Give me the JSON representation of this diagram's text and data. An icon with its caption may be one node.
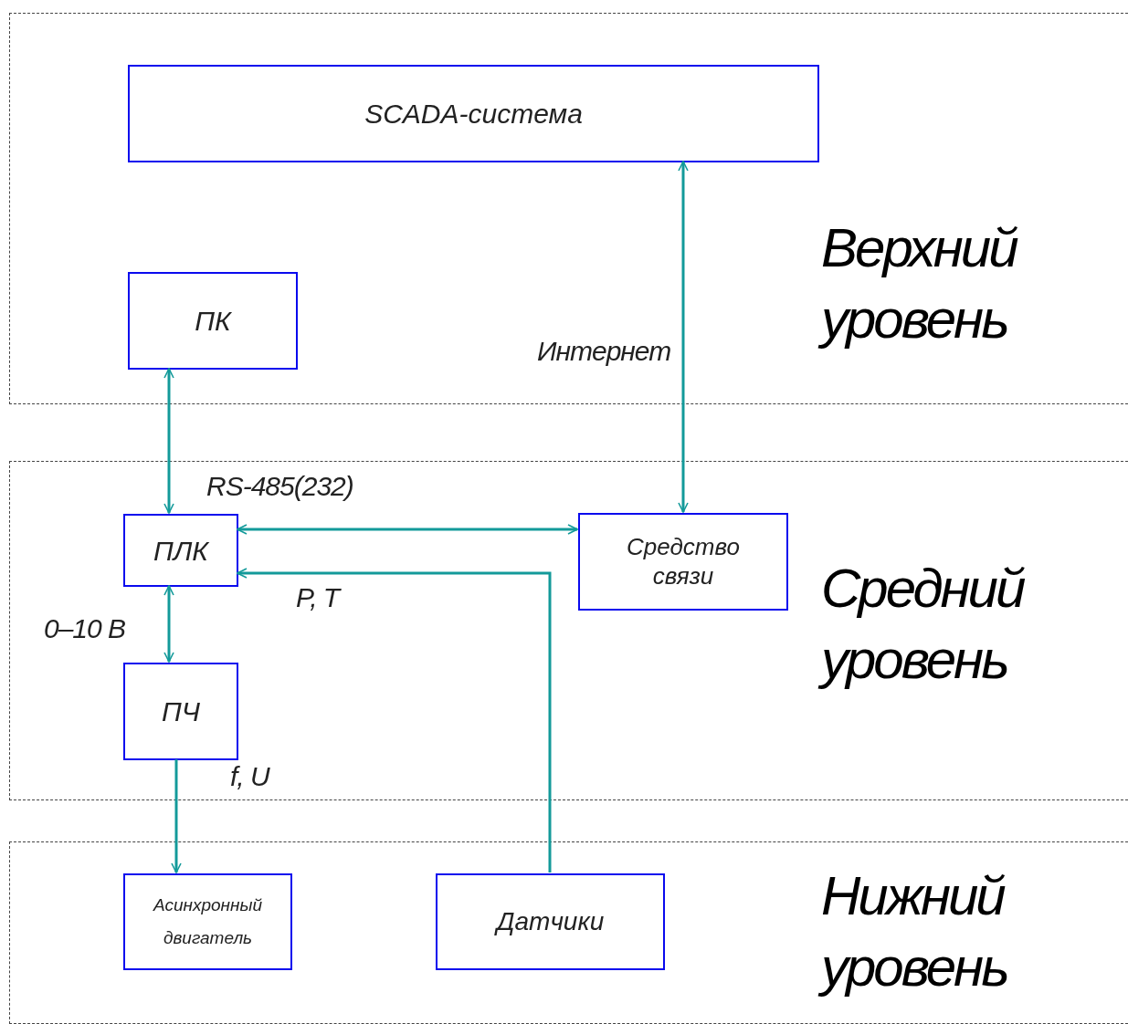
{
  "diagram": {
    "nodes": [
      {
        "text": [
          "Верхний уровень"
        ]
      },
      {
        "text": [
          "SCADA-система"
        ],
        "in": 0
      },
      {
        "text": [
          "ПК"
        ],
        "in": 0
      },
      {
        "text": [
          "Средний уровень"
        ]
      },
      {
        "text": [
          "ПЛК"
        ],
        "in": 3
      },
      {
        "text": [
          "Средство связи"
        ],
        "in": 3
      },
      {
        "text": [
          "ПЧ"
        ],
        "in": 3
      },
      {
        "text": [
          "Нижний уровень"
        ]
      },
      {
        "text": [
          "Асинхронный двигатель"
        ],
        "in": 7
      },
      {
        "text": [
          "Датчики"
        ],
        "in": 7
      }
    ],
    "edges": [
      {
        "from": 5,
        "to": 1,
        "arrow": "both",
        "label": "Интернет"
      },
      {
        "from": 2,
        "to": 4,
        "arrow": "both"
      },
      {
        "from": 4,
        "to": 5,
        "arrow": "both",
        "label": "RS-485(232)"
      },
      {
        "from": 9,
        "to": 4,
        "arrow": "to",
        "label": "P, T"
      },
      {
        "from": 4,
        "to": 6,
        "arrow": "both",
        "label": "0–10 В"
      },
      {
        "from": 6,
        "to": 8,
        "arrow": "to",
        "label": "f, U"
      }
    ]
  }
}
